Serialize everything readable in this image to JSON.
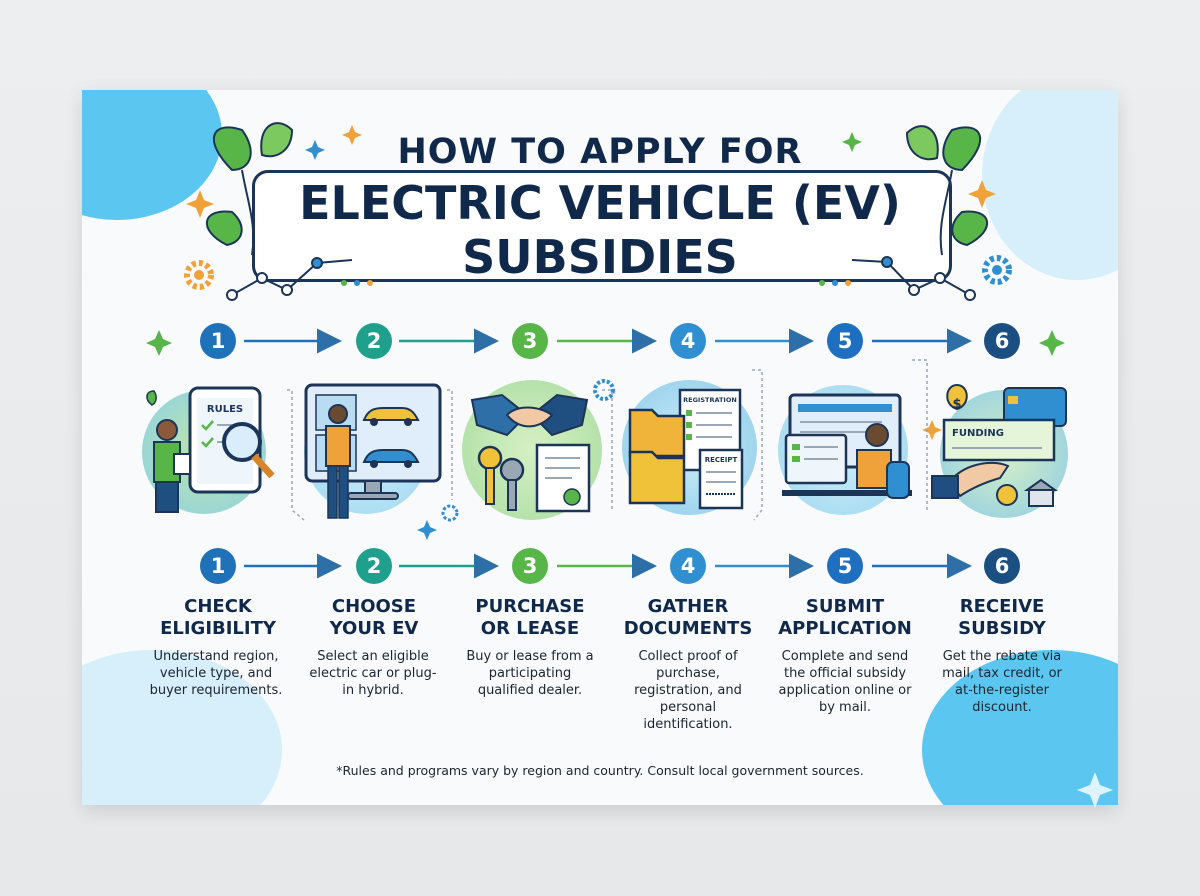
{
  "title": {
    "line1": "HOW TO APPLY FOR",
    "line2": "ELECTRIC VEHICLE (EV)",
    "line3": "SUBSIDIES"
  },
  "colors": {
    "navy": "#10294a",
    "step1": "#1f72b8",
    "step2": "#1fa08c",
    "step3": "#58b548",
    "step4": "#2f8fd1",
    "step5": "#1f6fc0",
    "step6": "#1b4f82"
  },
  "steps": [
    {
      "number": "1",
      "title_line1": "CHECK",
      "title_line2": "ELIGIBILITY",
      "desc": "Understand region, vehicle type, and buyer requirements.",
      "icon": "rules-tablet-magnifier-icon",
      "icon_label": "RULES"
    },
    {
      "number": "2",
      "title_line1": "CHOOSE",
      "title_line2": "YOUR EV",
      "desc": "Select an eligible electric car or plug-in hybrid.",
      "icon": "ev-showroom-monitor-icon"
    },
    {
      "number": "3",
      "title_line1": "PURCHASE",
      "title_line2": "OR LEASE",
      "desc": "Buy or lease from a participating qualified dealer.",
      "icon": "handshake-keys-contract-icon"
    },
    {
      "number": "4",
      "title_line1": "GATHER",
      "title_line2": "DOCUMENTS",
      "desc": "Collect proof of purchase, registration, and personal identification.",
      "icon": "documents-folders-icon",
      "icon_label": "REGISTRATION",
      "icon_label2": "RECEIPT"
    },
    {
      "number": "5",
      "title_line1": "SUBMIT",
      "title_line2": "APPLICATION",
      "desc": "Complete and send the official subsidy application online or by mail.",
      "icon": "person-computer-application-icon"
    },
    {
      "number": "6",
      "title_line1": "RECEIVE",
      "title_line2": "SUBSIDY",
      "desc": "Get the rebate via mail, tax credit, or at-the-register discount.",
      "icon": "funding-check-money-icon",
      "icon_label": "FUNDING"
    }
  ],
  "footnote": "*Rules and programs vary by region and country. Consult local government sources."
}
